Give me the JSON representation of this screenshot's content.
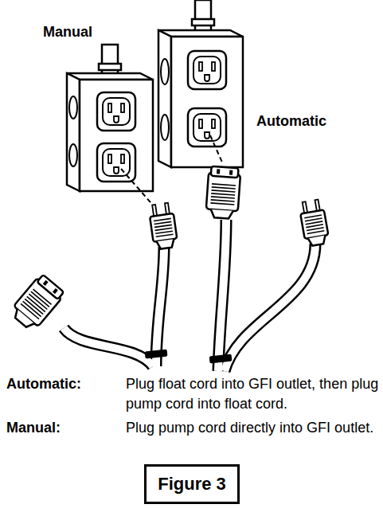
{
  "diagram": {
    "nodes": [
      {
        "text": [
          "Figure 3"
        ]
      }
    ],
    "labels": [
      "Manual",
      "Automatic",
      "Automatic:",
      "Plug float cord into GFI outlet, then plug pump cord into float cord.",
      "Manual:",
      "Plug pump cord directly into GFI outlet."
    ]
  }
}
